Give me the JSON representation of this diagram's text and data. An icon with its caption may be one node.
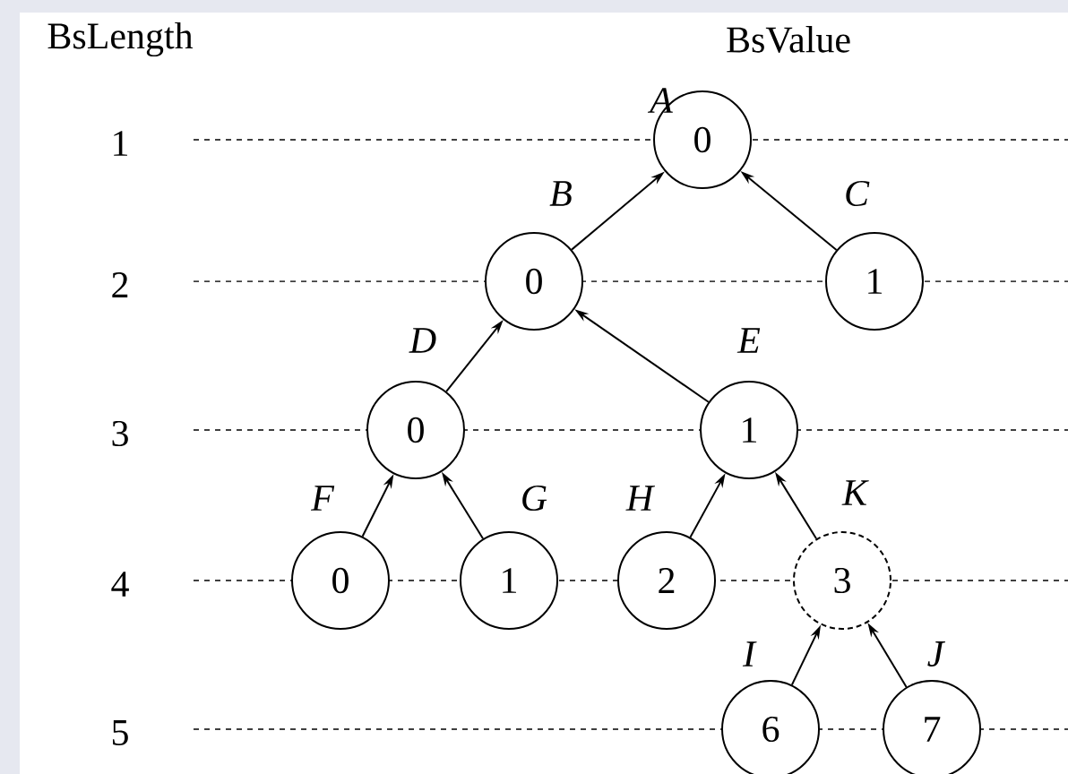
{
  "diagram": {
    "nodes": [
      {
        "text": [
          "0"
        ],
        "beside": [
          "A"
        ]
      },
      {
        "text": [
          "0"
        ],
        "beside": [
          "B"
        ]
      },
      {
        "text": [
          "1"
        ],
        "beside": [
          "C"
        ]
      },
      {
        "text": [
          "0"
        ],
        "beside": [
          "D"
        ]
      },
      {
        "text": [
          "1"
        ],
        "beside": [
          "E"
        ]
      },
      {
        "text": [
          "0"
        ],
        "beside": [
          "F"
        ]
      },
      {
        "text": [
          "1"
        ],
        "beside": [
          "G"
        ]
      },
      {
        "text": [
          "2"
        ],
        "beside": [
          "H"
        ]
      },
      {
        "text": [
          "3"
        ],
        "beside": [
          "K"
        ]
      },
      {
        "text": [
          "6"
        ],
        "beside": [
          "I"
        ]
      },
      {
        "text": [
          "7"
        ],
        "beside": [
          "J"
        ]
      }
    ],
    "edges": [
      {
        "from": 1,
        "to": 0,
        "arrow": "to"
      },
      {
        "from": 2,
        "to": 0,
        "arrow": "to"
      },
      {
        "from": 3,
        "to": 1,
        "arrow": "to"
      },
      {
        "from": 4,
        "to": 1,
        "arrow": "to"
      },
      {
        "from": 5,
        "to": 3,
        "arrow": "to"
      },
      {
        "from": 6,
        "to": 3,
        "arrow": "to"
      },
      {
        "from": 7,
        "to": 4,
        "arrow": "to"
      },
      {
        "from": 8,
        "to": 4,
        "arrow": "to"
      },
      {
        "from": 9,
        "to": 8,
        "arrow": "to"
      },
      {
        "from": 10,
        "to": 8,
        "arrow": "to"
      }
    ],
    "labels": [
      "BsLength",
      "BsValue",
      "1",
      "2",
      "3",
      "4",
      "5"
    ]
  }
}
